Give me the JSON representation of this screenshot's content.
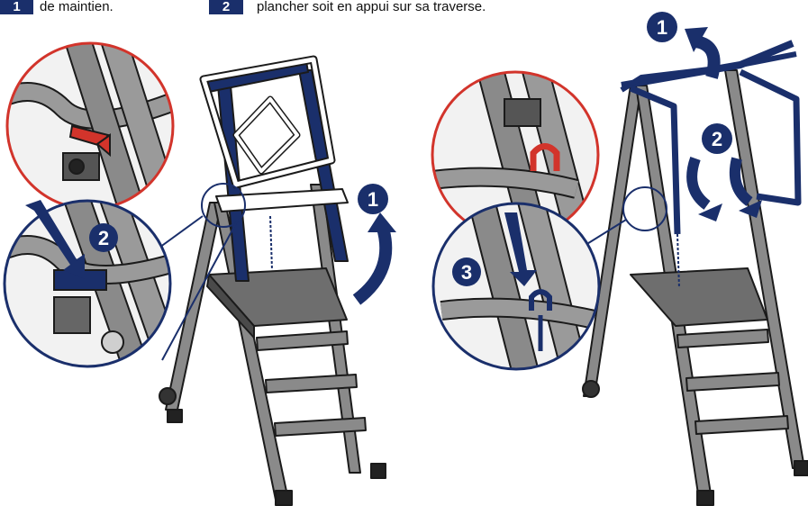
{
  "header": {
    "step1": {
      "badge": "1",
      "text": "de maintien."
    },
    "step2": {
      "badge": "2",
      "text": "plancher soit en appui sur sa traverse."
    }
  },
  "callouts": {
    "left_ladder_arrow": "1",
    "left_zoom_arrow": "2",
    "right_top_arrow": "1",
    "right_mid_arrow": "2",
    "right_zoom_arrow": "3"
  },
  "colors": {
    "navy": "#1a2f6b",
    "red": "#d2342b",
    "ladder_gray": "#8a8a8a",
    "outline": "#1b1b1b"
  }
}
